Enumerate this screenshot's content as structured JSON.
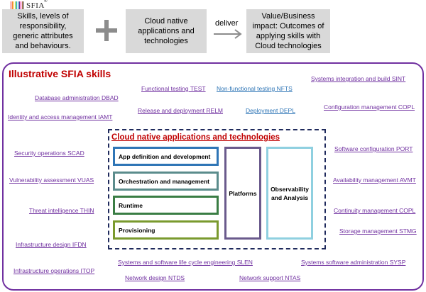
{
  "logo": {
    "text": "SFIA",
    "trademark": "®",
    "stripe_colors": [
      "#e31f26",
      "#f47b20",
      "#fdb913",
      "#8dc63f",
      "#00a99d",
      "#0072bc",
      "#662d91",
      "#ec008c",
      "#8b5a2b",
      "#555555"
    ]
  },
  "top": {
    "box1": "Skills, levels of responsibility,  generic attributes and behaviours.",
    "box2": "Cloud native applications and technologies",
    "arrow_label": "deliver",
    "box3": "Value/Business impact: Outcomes of applying skills with Cloud technologies"
  },
  "outer_title": "Illustrative SFIA skills",
  "skills": {
    "dbad": "Database administration DBAD",
    "iamt": "Identity and access management IAMT",
    "test": "Functional testing TEST",
    "nfts": "Non-functional testing NFTS",
    "relm": "Release and deployment RELM",
    "depl": "Deployment DEPL",
    "sint": "Systems integration and build SINT",
    "copl_config": "Configuration management COPL",
    "scad": "Security operations SCAD",
    "vuas": "Vulnerability assessment VUAS",
    "thin": "Threat intelligence THIN",
    "ifdn": "Infrastructure design IFDN",
    "itop": "Infrastructure operations ITOP",
    "port": "Software configuration PORT",
    "avmt": "Availability management AVMT",
    "copl_cont": "Continuity management COPL",
    "stmg": "Storage management STMG",
    "slen": "Systems and software life cycle engineering SLEN",
    "sysp": "Systems software administration SYSP",
    "ntds": "Network design NTDS",
    "ntas": "Network support NTAS"
  },
  "cloud_native": {
    "title": "Cloud native applications and technologies",
    "layers": [
      "App definition and development",
      "Orchestration and management",
      "Runtime",
      "Provisioning"
    ],
    "platforms": "Platforms",
    "observability": "Observability and Analysis"
  },
  "colors": {
    "purple": "#7030a0",
    "red_title": "#c00000",
    "blue_link": "#2e75b6",
    "navy_dash": "#1f2a5c",
    "app_def": "#2e75b6",
    "orchestration": "#5b8c8c",
    "runtime": "#3a7d44",
    "provisioning": "#7a9a2e",
    "platforms": "#6a5a8c",
    "observability": "#8fd0e0",
    "gray_box": "#d9d9d9"
  }
}
